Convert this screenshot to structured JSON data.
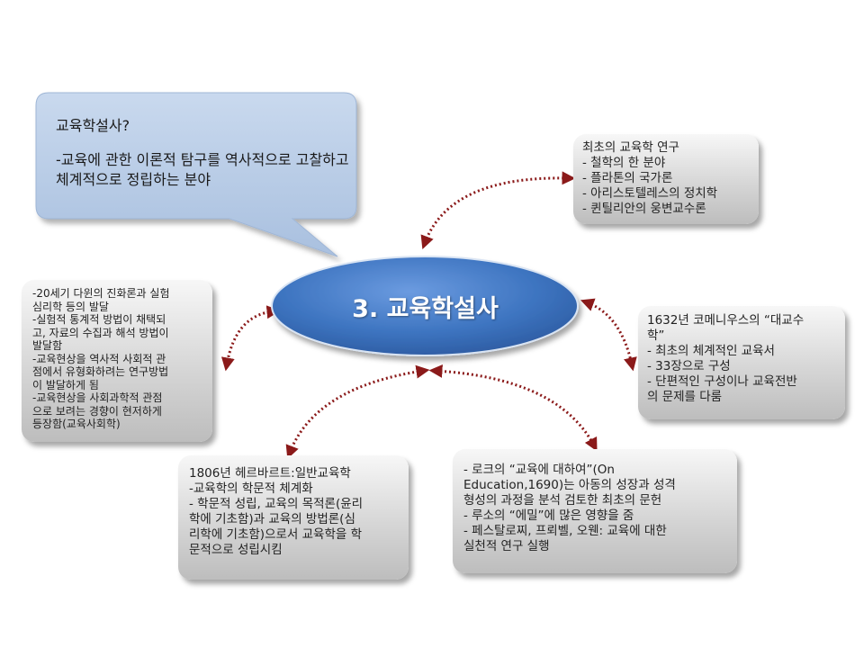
{
  "callout": {
    "title": "교육학설사?",
    "lines": [
      "-교육에 관한 이론적 탐구를 역사적으로",
      "고찰하고 체계적으로 정립하는 분야"
    ]
  },
  "center": {
    "title": "3. 교육학설사"
  },
  "box_top_right": {
    "lines": [
      "최초의 교육학 연구",
      " - 철학의 한 분야",
      " - 플라톤의 국가론",
      " - 아리스토텔레스의 정치학",
      " - 퀸틸리안의 웅변교수론"
    ]
  },
  "box_right": {
    "lines": [
      "1632년 코메니우스의 “대교수",
      "학”",
      "- 최초의 체계적인 교육서",
      "- 33장으로 구성",
      "- 단편적인 구성이나 교육전반",
      "의 문제를  다룸"
    ]
  },
  "box_bottom_right": {
    "lines": [
      "- 로크의 “교육에 대하여”(On",
      "Education,1690)는 아동의 성장과 성격",
      "형성의 과정을 분석 검토한 최초의 문헌",
      "-   루소의 “에밀”에 많은 영향을 줌",
      "-   페스탈로찌, 프뢰벨, 오웬: 교육에 대한",
      "     실천적 연구 실행"
    ]
  },
  "box_bottom_left": {
    "lines": [
      "1806년 헤르바르트:일반교육학",
      "-교육학의 학문적 체계화",
      "- 학문적 성립, 교육의 목적론(윤리",
      "학에 기초함)과 교육의 방법론(심",
      "리학에 기초함)으로서 교육학을 학",
      "문적으로 성립시킴"
    ]
  },
  "box_left": {
    "lines": [
      "-20세기 다윈의 진화론과 실험",
      "심리학 등의 발달",
      "-실험적 통계적 방법이 채택되",
      "고, 자료의 수집과 해석 방법이",
      "발달함",
      "-교육현상을 역사적 사회적 관",
      "점에서 유형화하려는 연구방법",
      "이 발달하게 됨",
      "-교육현상을 사회과학적 관점",
      "으로 보려는 경향이 현저하게",
      "등장함(교육사회학)"
    ]
  },
  "colors": {
    "ellipse": "#3d74c0",
    "callout": "#b6cbe6",
    "arrow": "#8b1a1a",
    "box": "#cfcfcf"
  },
  "icons": {
    "arrow_heads": "arrowhead-icon"
  }
}
